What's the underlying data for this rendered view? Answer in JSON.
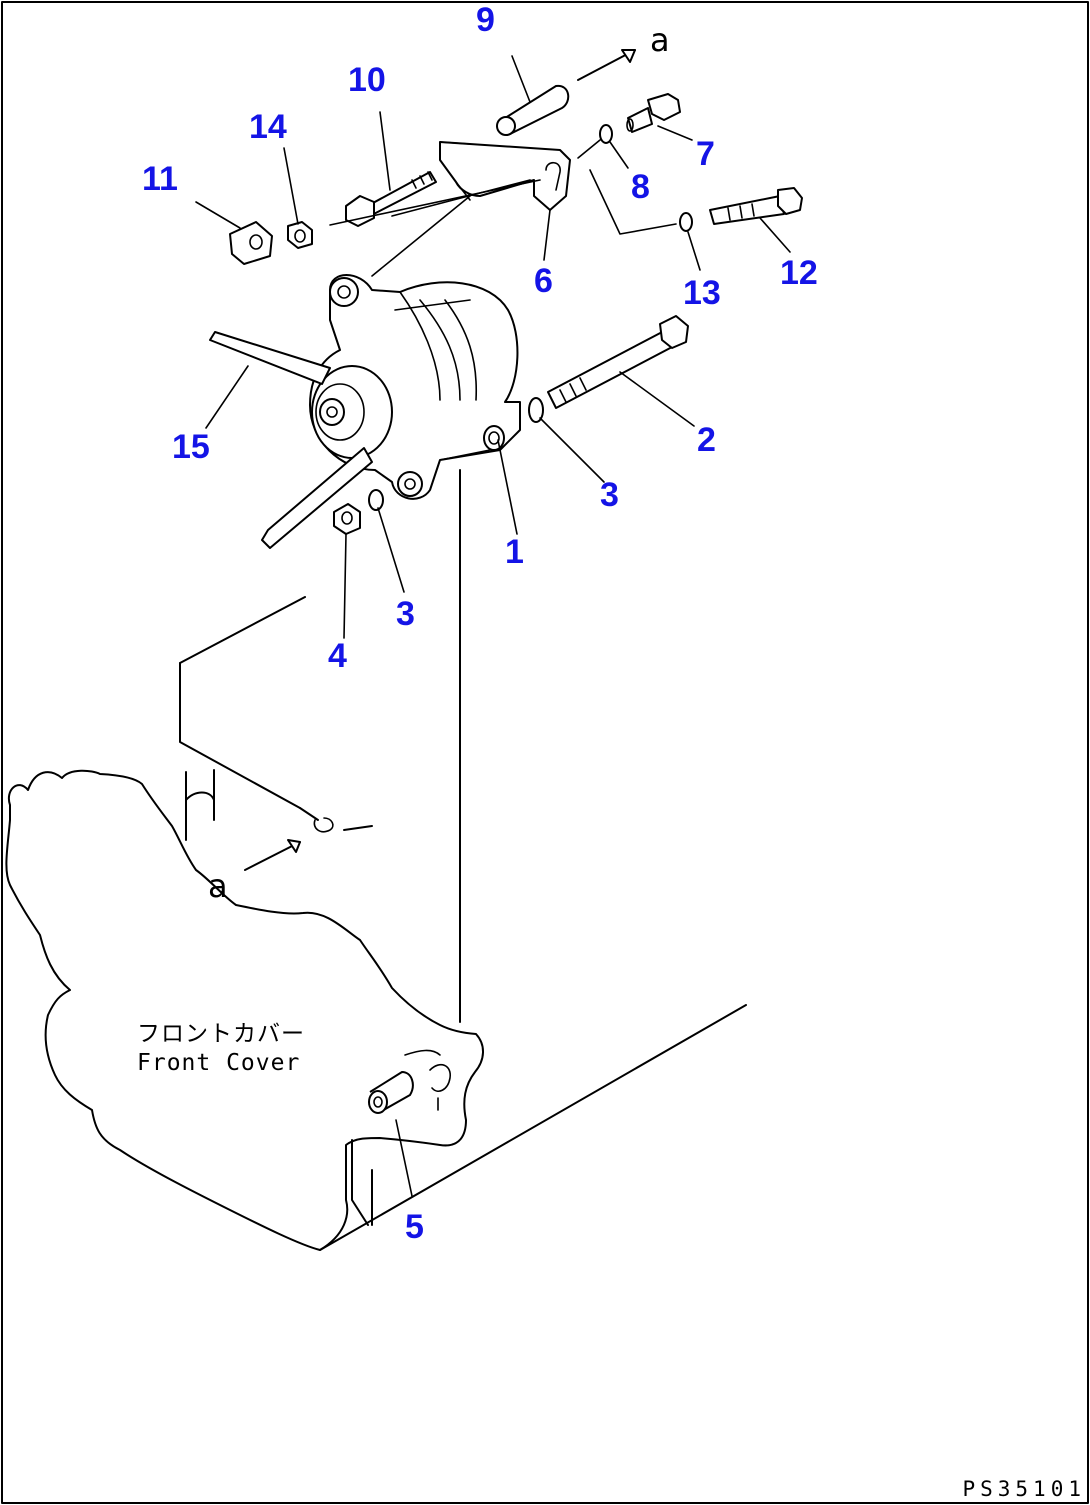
{
  "callouts": [
    "1",
    "2",
    "3",
    "3",
    "4",
    "5",
    "6",
    "7",
    "8",
    "9",
    "10",
    "11",
    "12",
    "13",
    "14",
    "15"
  ],
  "reference_mark": "a",
  "front_cover": {
    "label_jp": "フロントカバー",
    "label_en": "Front Cover"
  },
  "drawing_code": "PS35101",
  "colors": {
    "callout": "#1414e6",
    "line": "#000000",
    "background": "#ffffff"
  }
}
